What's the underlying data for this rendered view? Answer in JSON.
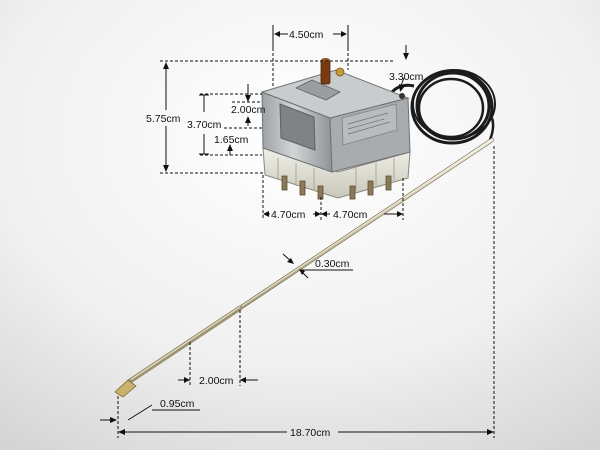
{
  "dimensions": {
    "top_width": "4.50cm",
    "capillary_offset": "3.30cm",
    "total_height": "5.75cm",
    "upper_gap": "2.00cm",
    "mid_height": "3.70cm",
    "lower_gap": "1.65cm",
    "base_left": "4.70cm",
    "base_right": "4.70cm",
    "tube_diameter": "0.30cm",
    "bulb_marker": "2.00cm",
    "tip_length": "0.95cm",
    "total_length": "18.70cm"
  },
  "colors": {
    "background_top": "#ffffff",
    "background_bottom": "#d9d9d9",
    "body_metal": "#b9bcbd",
    "base_ceramic": "#e6e5dc",
    "capillary": "#1b1b1b",
    "knob": "#7a3b14",
    "dimension_line": "#111111"
  },
  "icons": {
    "device": "thermostat-device-icon"
  }
}
